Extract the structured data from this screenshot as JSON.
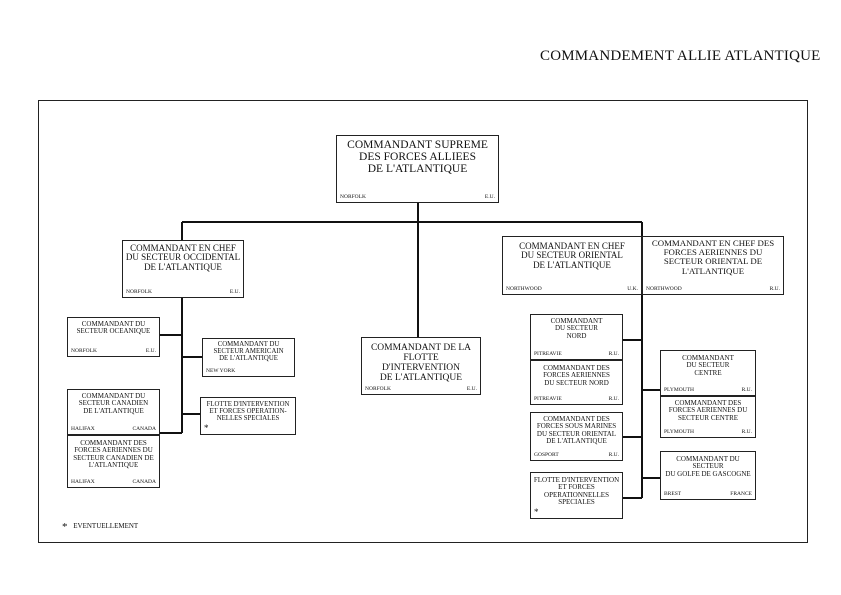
{
  "title": "COMMANDEMENT ALLIE ATLANTIQUE",
  "footnote": {
    "symbol": "*",
    "text": "EVENTUELLEMENT"
  },
  "boxes": {
    "saclant": {
      "label": "COMMANDANT SUPREME\nDES FORCES ALLIEES\nDE L'ATLANTIQUE",
      "place": "NORFOLK",
      "country": "E.U."
    },
    "west": {
      "label": "COMMANDANT EN CHEF\nDU SECTEUR OCCIDENTAL\nDE L'ATLANTIQUE",
      "place": "NORFOLK",
      "country": "E.U."
    },
    "ocean": {
      "label": "COMMANDANT DU\nSECTEUR OCEANIQUE",
      "place": "NORFOLK",
      "country": "E.U."
    },
    "american": {
      "label": "COMMANDANT DU\nSECTEUR AMERICAIN\nDE L'ATLANTIQUE",
      "place": "NEW YORK",
      "country": ""
    },
    "canadian": {
      "label": "COMMANDANT DU\nSECTEUR CANADIEN\nDE L'ATLANTIQUE",
      "place": "HALIFAX",
      "country": "CANADA"
    },
    "canadian_air": {
      "label": "COMMANDANT DES\nFORCES AERIENNES DU\nSECTEUR CANADIEN DE\nL'ATLANTIQUE",
      "place": "HALIFAX",
      "country": "CANADA"
    },
    "west_special": {
      "label": "FLOTTE D'INTERVENTION\nET FORCES OPERATION-\nNELLES SPECIALES",
      "mark": "*"
    },
    "strike": {
      "label": "COMMANDANT DE LA\nFLOTTE D'INTERVENTION\nDE L'ATLANTIQUE",
      "place": "NORFOLK",
      "country": "E.U."
    },
    "east": {
      "label": "COMMANDANT EN CHEF\nDU SECTEUR ORIENTAL\nDE L'ATLANTIQUE",
      "place": "NORTHWOOD",
      "country": "U.K."
    },
    "east_air": {
      "label": "COMMANDANT EN CHEF DES\nFORCES AERIENNES DU\nSECTEUR ORIENTAL DE\nL'ATLANTIQUE",
      "place": "NORTHWOOD",
      "country": "R.U."
    },
    "north": {
      "label": "COMMANDANT\nDU SECTEUR\nNORD",
      "place": "PITREAVIE",
      "country": "R.U."
    },
    "north_air": {
      "label": "COMMANDANT DES\nFORCES AERIENNES\nDU SECTEUR NORD",
      "place": "PITREAVIE",
      "country": "R.U."
    },
    "submarine": {
      "label": "COMMANDANT DES\nFORCES SOUS MARINES\nDU SECTEUR ORIENTAL\nDE L'ATLANTIQUE",
      "place": "GOSPORT",
      "country": "R.U."
    },
    "east_special": {
      "label": "FLOTTE D'INTERVENTION\nET FORCES\nOPERATIONNELLES\nSPECIALES",
      "mark": "*"
    },
    "centre": {
      "label": "COMMANDANT\nDU SECTEUR\nCENTRE",
      "place": "PLYMOUTH",
      "country": "R.U."
    },
    "centre_air": {
      "label": "COMMANDANT DES\nFORCES AERIENNES DU\nSECTEUR CENTRE",
      "place": "PLYMOUTH",
      "country": "R.U."
    },
    "gascogne": {
      "label": "COMMANDANT DU\nSECTEUR\nDU GOLFE DE GASCOGNE",
      "place": "BREST",
      "country": "FRANCE"
    }
  }
}
